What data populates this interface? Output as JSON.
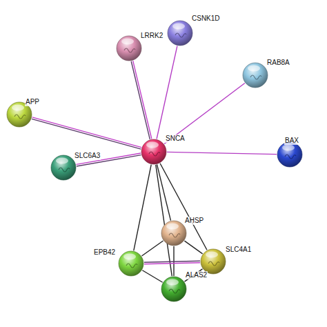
{
  "diagram": {
    "nodes": [
      {
        "text": [
          "SNCA"
        ]
      },
      {
        "text": [
          "LRRK2"
        ]
      },
      {
        "text": [
          "CSNK1D"
        ]
      },
      {
        "text": [
          "RAB8A"
        ]
      },
      {
        "text": [
          "APP"
        ]
      },
      {
        "text": [
          "BAX"
        ]
      },
      {
        "text": [
          "SLC6A3"
        ]
      },
      {
        "text": [
          "AHSP"
        ]
      },
      {
        "text": [
          "EPB42"
        ]
      },
      {
        "text": [
          "SLC4A1"
        ]
      },
      {
        "text": [
          "ALAS2"
        ]
      }
    ],
    "edges": [
      {
        "from": 0,
        "to": 1,
        "arrow": "none"
      },
      {
        "from": 0,
        "to": 2,
        "arrow": "none"
      },
      {
        "from": 0,
        "to": 3,
        "arrow": "none"
      },
      {
        "from": 0,
        "to": 4,
        "arrow": "none"
      },
      {
        "from": 0,
        "to": 5,
        "arrow": "none"
      },
      {
        "from": 0,
        "to": 6,
        "arrow": "none"
      },
      {
        "from": 0,
        "to": 7,
        "arrow": "none"
      },
      {
        "from": 0,
        "to": 8,
        "arrow": "none"
      },
      {
        "from": 0,
        "to": 9,
        "arrow": "none"
      },
      {
        "from": 0,
        "to": 10,
        "arrow": "none"
      },
      {
        "from": 7,
        "to": 8,
        "arrow": "none"
      },
      {
        "from": 7,
        "to": 9,
        "arrow": "none"
      },
      {
        "from": 7,
        "to": 10,
        "arrow": "none"
      },
      {
        "from": 8,
        "to": 9,
        "arrow": "none"
      },
      {
        "from": 8,
        "to": 10,
        "arrow": "none"
      },
      {
        "from": 9,
        "to": 10,
        "arrow": "none"
      }
    ]
  }
}
